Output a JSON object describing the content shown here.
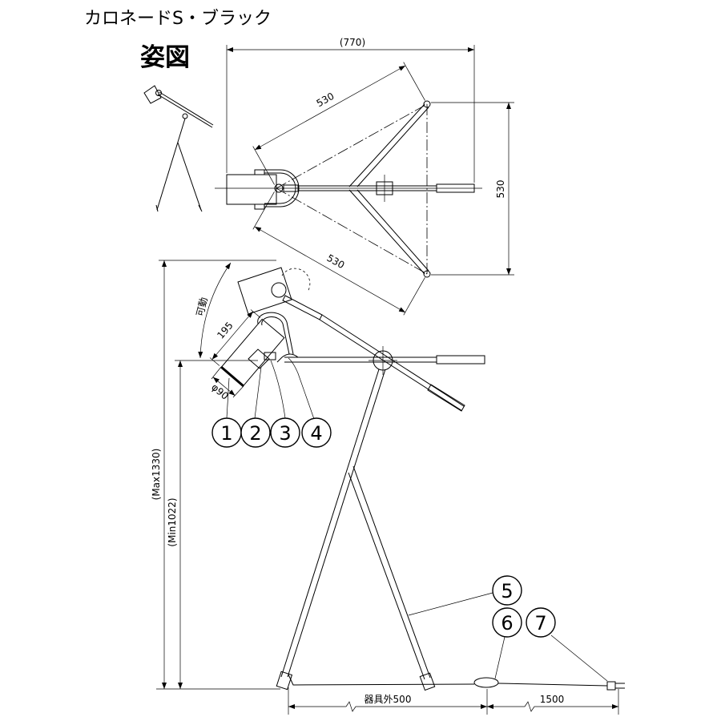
{
  "title": "カロネードS・ブラック",
  "subtitle": "姿図",
  "dimensions": {
    "overall_width": "(770)",
    "plan_upper_diagonal": "530",
    "plan_leg_span": "530",
    "plan_lower_diagonal": "530",
    "movable": "可動",
    "head_length": "195",
    "head_diameter": "φ90",
    "max_height": "(Max1330)",
    "min_height": "(Min1022)",
    "cord_fixture": "器具外500",
    "cord_length": "1500"
  },
  "parts": {
    "p1": "1",
    "p2": "2",
    "p3": "3",
    "p4": "4",
    "p5": "5",
    "p6": "6",
    "p7": "7"
  },
  "colors": {
    "line": "#000000",
    "background": "#ffffff"
  }
}
